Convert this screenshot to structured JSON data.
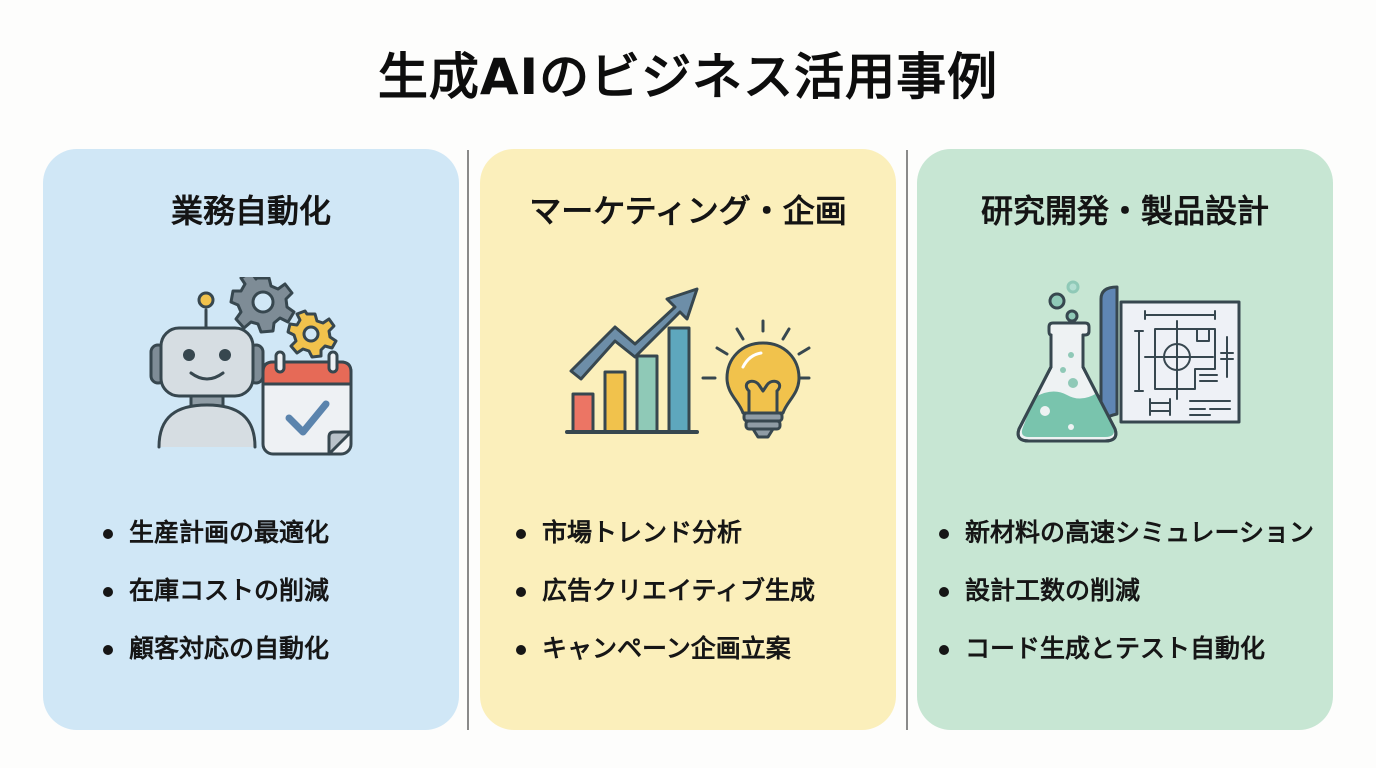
{
  "title": "生成AIのビジネス活用事例",
  "colors": {
    "card_blue": "#d0e7f6",
    "card_yellow": "#fbefbb",
    "card_green": "#c7e6d3",
    "divider": "#8a8a8a",
    "stroke": "#37474f"
  },
  "cards": [
    {
      "title": "業務自動化",
      "icon": "robot-gears-calendar-icon",
      "items": [
        "生産計画の最適化",
        "在庫コストの削減",
        "顧客対応の自動化"
      ]
    },
    {
      "title": "マーケティング・企画",
      "icon": "growth-chart-lightbulb-icon",
      "items": [
        "市場トレンド分析",
        "広告クリエイティブ生成",
        "キャンペーン企画立案"
      ]
    },
    {
      "title": "研究開発・製品設計",
      "icon": "flask-blueprint-icon",
      "items": [
        "新材料の高速シミュレーション",
        "設計工数の削減",
        "コード生成とテスト自動化"
      ]
    }
  ]
}
